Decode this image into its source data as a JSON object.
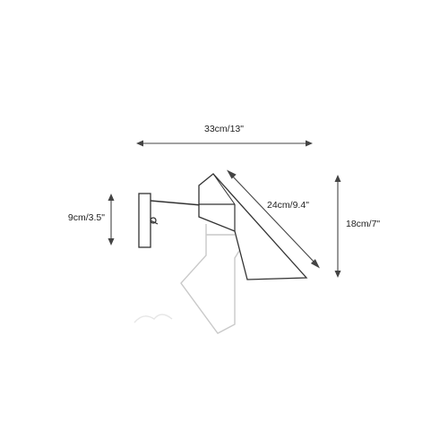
{
  "dimensions": {
    "width_label": "33cm/13\"",
    "base_height_label": "9cm/3.5\"",
    "shade_length_label": "24cm/9.4\"",
    "total_height_label": "18cm/7\""
  },
  "colors": {
    "line": "#333333",
    "ghost": "#c9c9c9",
    "text": "#222222"
  }
}
